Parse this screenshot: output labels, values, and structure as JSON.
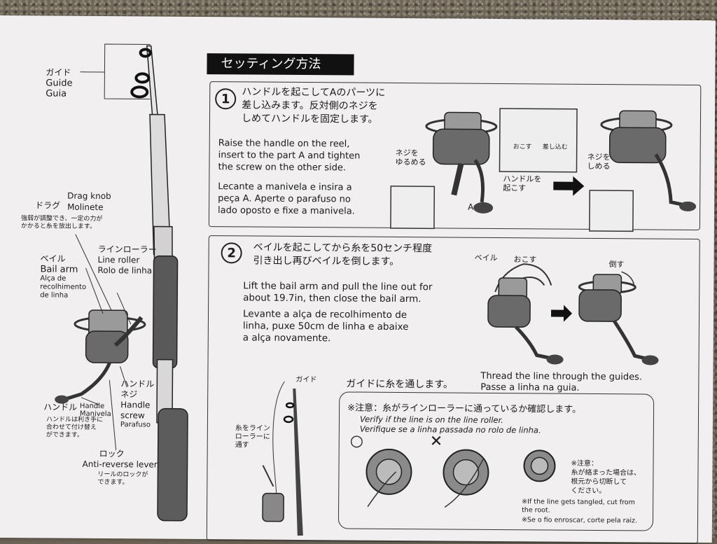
{
  "header": {
    "title": "セッティング方法"
  },
  "rod_labels": {
    "guide_jp": "ガイド",
    "guide_en": "Guide",
    "guide_pt": "Guia",
    "drag_en": "Drag knob",
    "drag_jp": "ドラグ",
    "drag_pt": "Molinete",
    "drag_note": "強弱が調整でき、一定の力が\nかかると糸を放出します。",
    "line_roller_jp": "ラインローラー",
    "line_roller_en": "Line roller",
    "line_roller_pt": "Rolo de linha",
    "bail_jp": "ベイル",
    "bail_en": "Bail arm",
    "bail_pt": "Alça de\nrecolhimento\nde linha",
    "handle_screw_jp": "ハンドル\nネジ",
    "handle_screw_en": "Handle\nscrew",
    "handle_screw_pt": "Parafuso",
    "handle_jp": "ハンドル",
    "handle_en": "Handle",
    "handle_pt": "Manivela",
    "handle_note": "ハンドルは利き手に\n合わせて付け替え\nができます。",
    "lock_jp": "ロック",
    "lock_en": "Anti-reverse lever",
    "lock_note": "リールのロックが\nできます。"
  },
  "step1": {
    "num": "1",
    "jp": "ハンドルを起こしてAのパーツに\n差し込みます。反対側のネジを\nしめてハンドルを固定します。",
    "en": "Raise the handle on the reel,\ninsert to the part A and tighten\nthe screw on the other side.",
    "pt": "Lecante a manivela e insira a\npeça A. Aperte o parafuso no\nlado oposto e fixe a manivela.",
    "loosen": "ネジを\nゆるめる",
    "raise": "ハンドルを\n起こす",
    "tighten": "ネジを\nしめる",
    "part_a": "A",
    "fold": "おこす",
    "insert": "差し込む"
  },
  "step2": {
    "num": "2",
    "jp": "ベイルを起こしてから糸を50センチ程度\n引き出し再びベイルを倒します。",
    "en": "Lift the bail arm and pull the line out for\nabout 19.7in, then close the bail arm.",
    "pt": "Levante a alça de recolhimento de\nlinha, puxe 50cm de linha e abaixe\na alça novamente.",
    "bail": "ベイル",
    "lift": "おこす",
    "down": "倒す"
  },
  "step3": {
    "jp": "ガイドに糸を通します。",
    "en": "Thread the line through the guides.",
    "pt": "Passe a linha na guia.",
    "guide": "ガイド",
    "roller_note": "糸をライン\nローラーに\n通す"
  },
  "notice": {
    "title": "※注意：糸がラインローラーに通っているか確認します。",
    "en": "Verify if the line is on the line roller.",
    "pt": "Verifique se a linha passada no rolo de linha.",
    "ok_mark": "○",
    "ng_mark": "✕",
    "caution_jp": "※注意：\n糸が絡まった場合は、\n根元から切断して\nください。",
    "caution_en": "※If the line gets tangled, cut from\nthe root.",
    "caution_pt": "※Se o fio enroscar, corte pela raiz."
  }
}
